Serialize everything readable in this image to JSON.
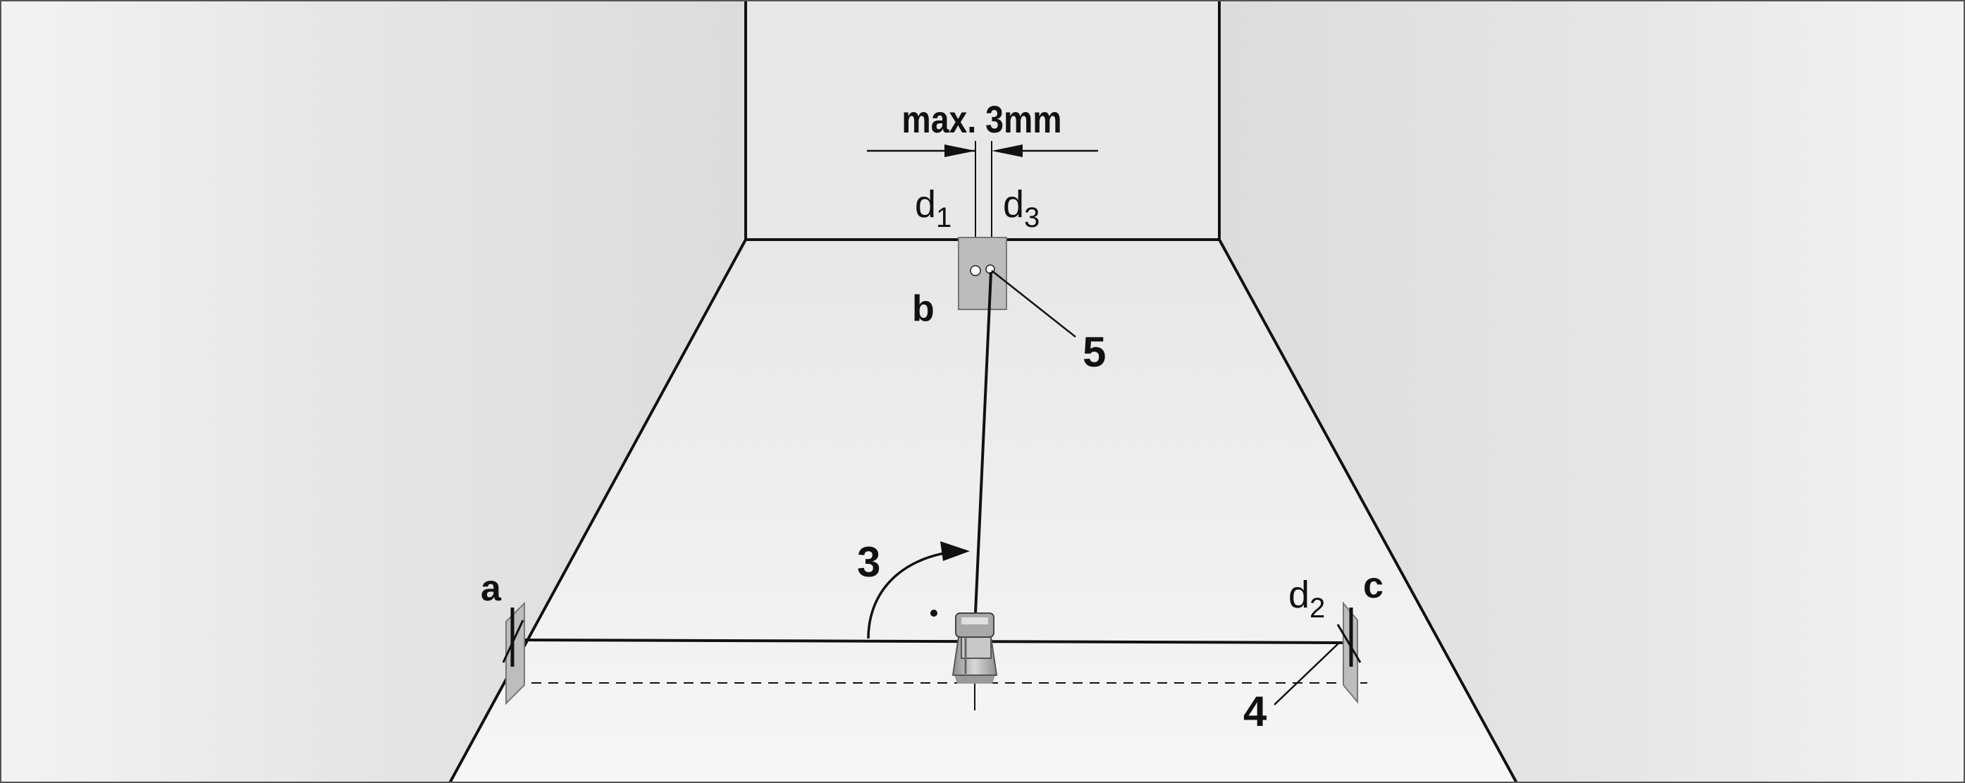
{
  "diagram": {
    "dimension_label": "max. 3mm",
    "labels": {
      "d1_main": "d",
      "d1_sub": "1",
      "d3_main": "d",
      "d3_sub": "3",
      "d2_main": "d",
      "d2_sub": "2",
      "b": "b",
      "a": "a",
      "c": "c",
      "callout_5": "5",
      "callout_3": "3",
      "callout_4": "4"
    }
  }
}
